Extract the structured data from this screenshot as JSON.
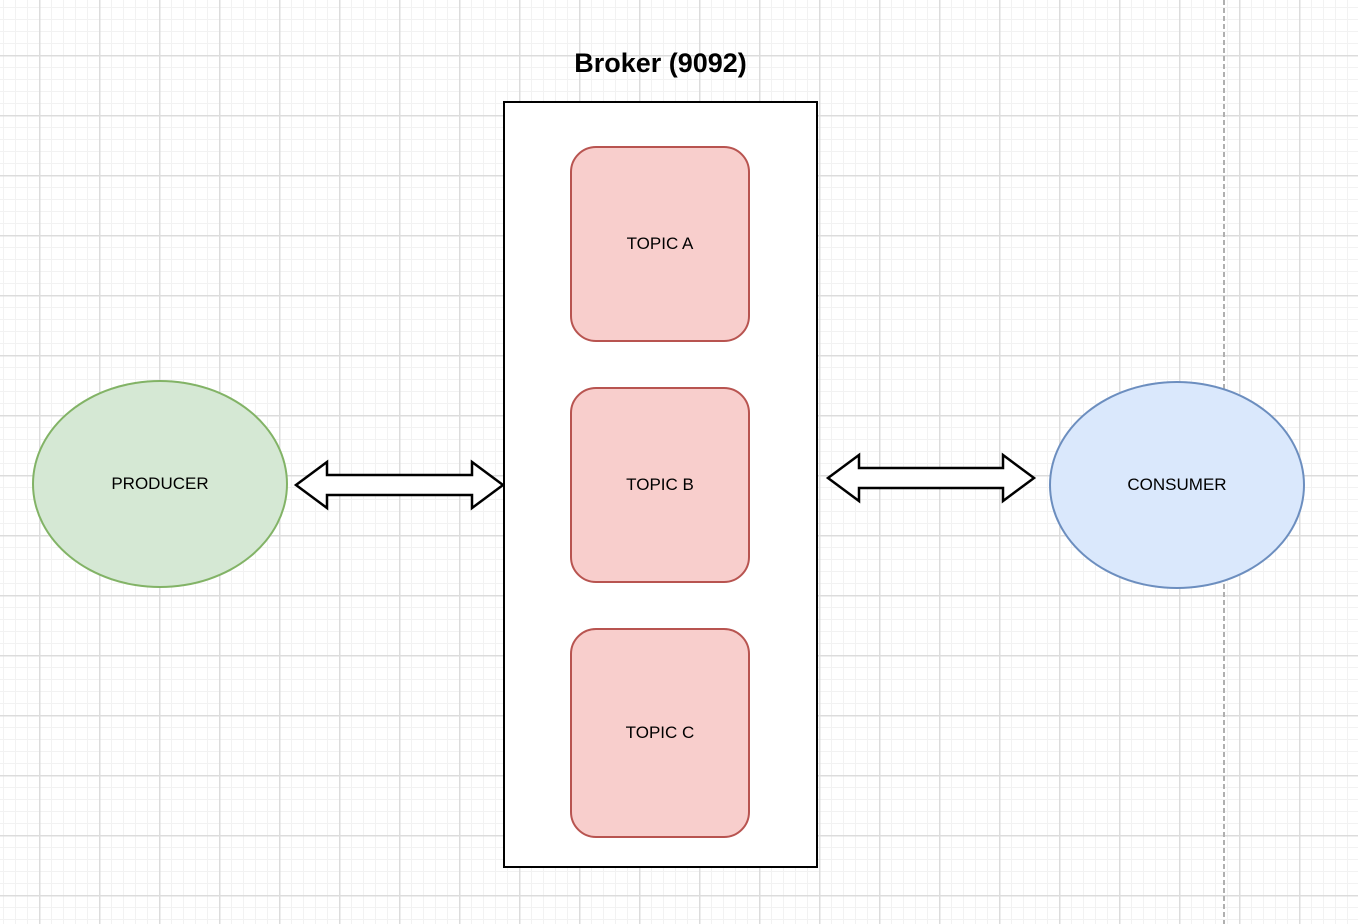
{
  "diagram": {
    "title": "Broker (9092)",
    "producer": {
      "label": "PRODUCER"
    },
    "consumer": {
      "label": "CONSUMER"
    },
    "broker": {
      "topics": [
        {
          "label": "TOPIC A"
        },
        {
          "label": "TOPIC B"
        },
        {
          "label": "TOPIC C"
        }
      ]
    }
  },
  "colors": {
    "background": "#ffffff",
    "grid_minor": "#f2f2f2",
    "grid_major": "#dcdcdc",
    "dashed_guide": "#b0b0b0",
    "text": "#000000",
    "producer_fill": "#d5e8d4",
    "producer_stroke": "#82b366",
    "consumer_fill": "#dae8fc",
    "consumer_stroke": "#6c8ebf",
    "topic_fill": "#f8cecc",
    "topic_stroke": "#b85450",
    "broker_stroke": "#000000",
    "arrow_fill": "#ffffff",
    "arrow_stroke": "#000000"
  }
}
